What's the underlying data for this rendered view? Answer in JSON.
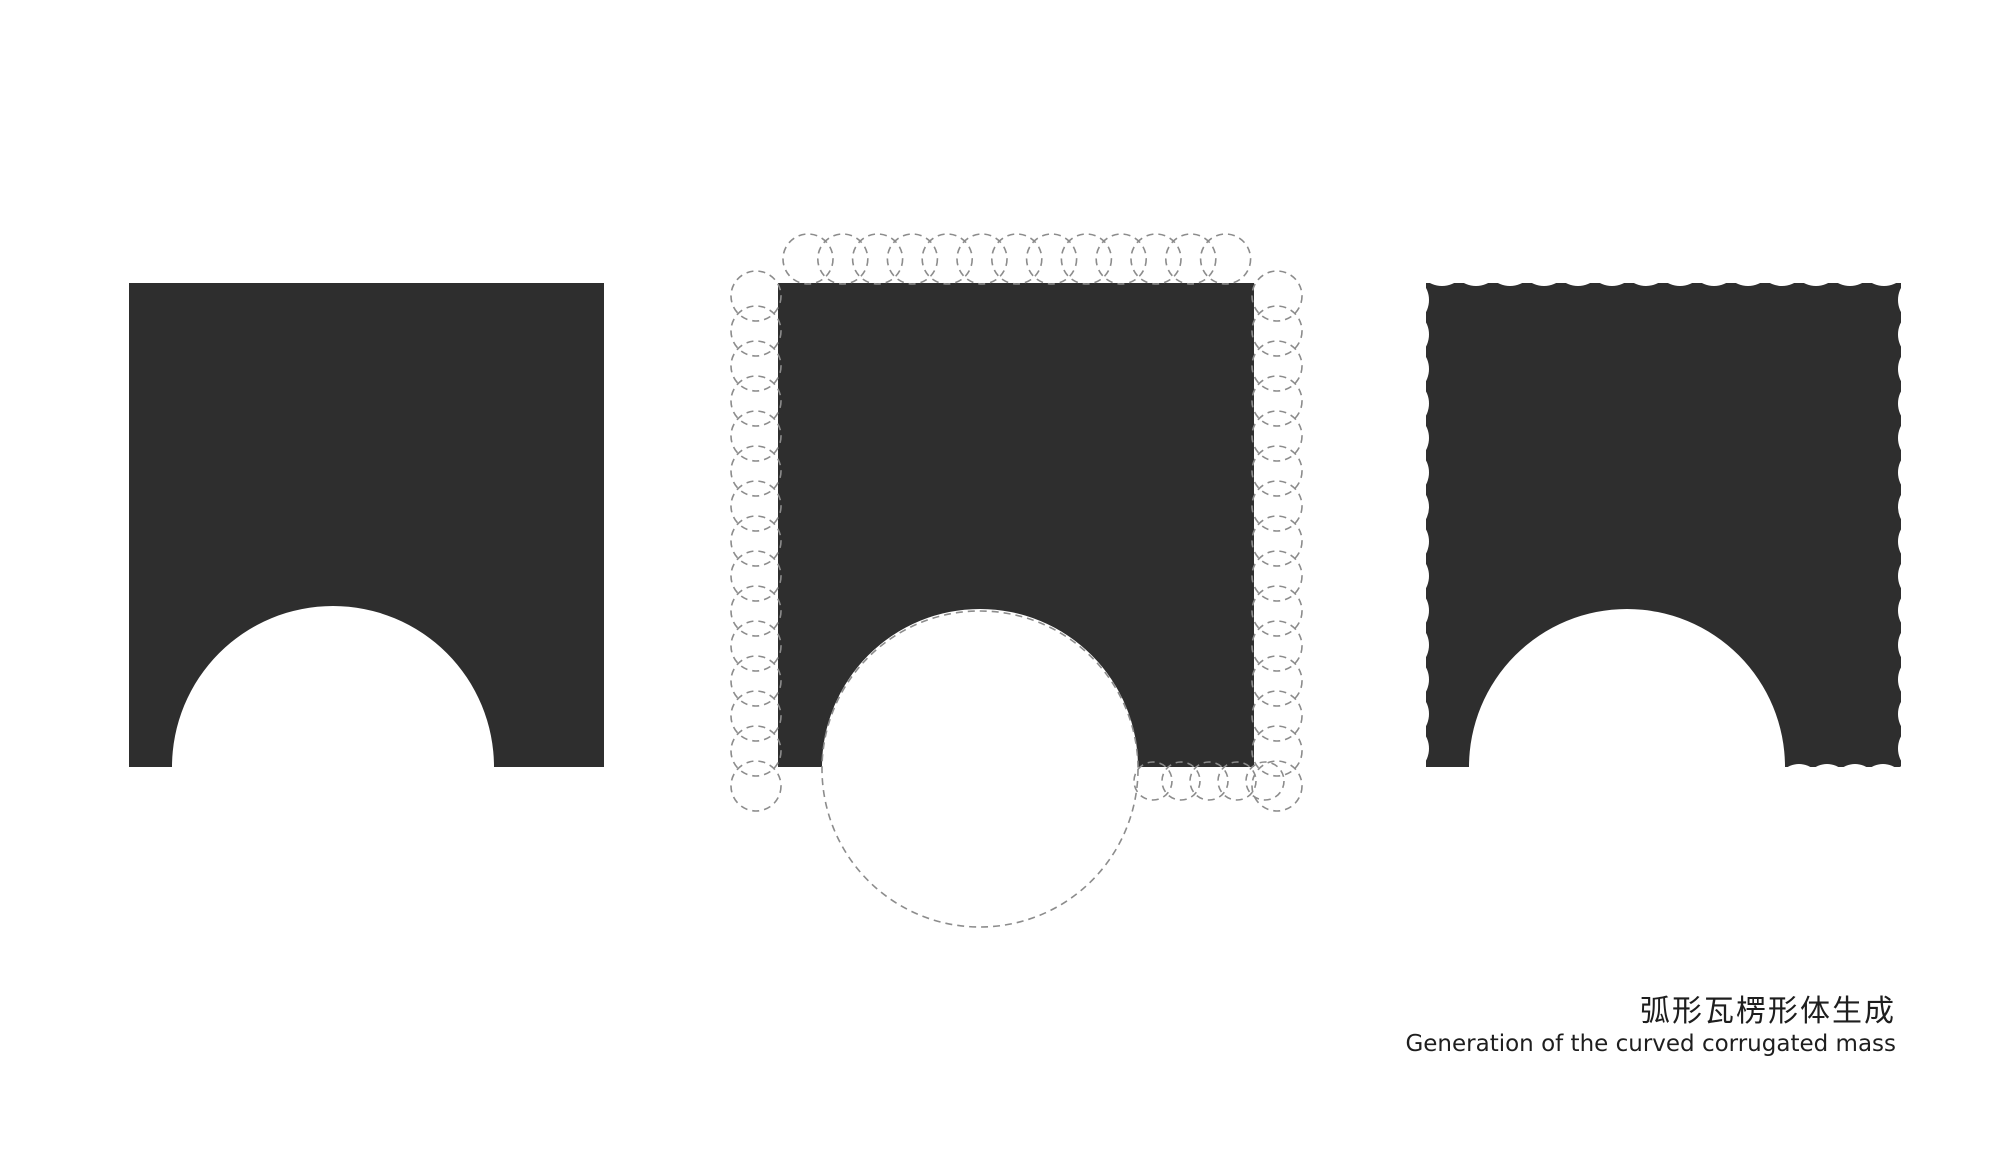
{
  "caption": {
    "chinese": "弧形瓦楞形体生成",
    "english": "Generation of the curved corrugated mass"
  },
  "diagram": {
    "steps": [
      {
        "id": "solid-block-with-arch",
        "description_shown": false
      },
      {
        "id": "circle-construction",
        "description_shown": false
      },
      {
        "id": "corrugated-result",
        "description_shown": false
      }
    ]
  },
  "colors": {
    "fill": "#2e2e2e",
    "background": "#ffffff",
    "dashed_circle": "#8c8c8c",
    "text": "#1e1e1e"
  }
}
